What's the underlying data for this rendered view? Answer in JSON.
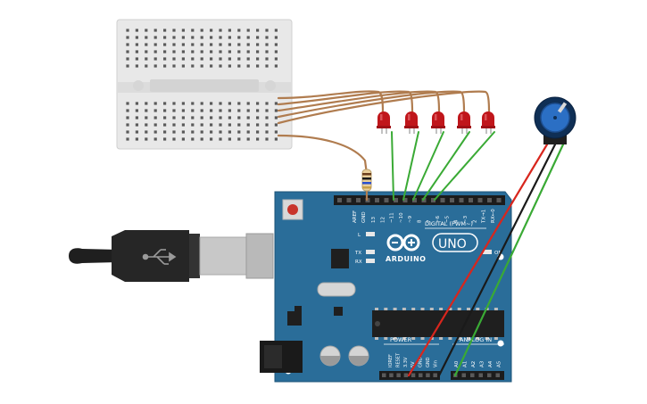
{
  "board": {
    "labels": {
      "aref": "AREF",
      "gnd": "GND",
      "digital": "DIGITAL (PWM~)",
      "arduino": "ARDUINO",
      "uno": "UNO",
      "power": "POWER",
      "analog_in": "ANALOG IN",
      "led_l": "L",
      "led_tx": "TX",
      "led_rx": "RX",
      "on": "ON"
    },
    "digital_pins": [
      "13",
      "12",
      "~11",
      "~10",
      "~9",
      "8",
      "7",
      "~6",
      "~5",
      "4",
      "~3",
      "2",
      "TX→1",
      "RX←0"
    ],
    "power_pins": [
      "IOREF",
      "RESET",
      "3.3V",
      "5V",
      "GND",
      "GND",
      "Vin"
    ],
    "analog_pins": [
      "A0",
      "A1",
      "A2",
      "A3",
      "A4",
      "A5"
    ]
  },
  "components": {
    "leds": 5,
    "potentiometer": 1,
    "resistor": 1
  },
  "colors": {
    "board_blue": "#2a6d99",
    "wire_brown": "#b07c4f",
    "wire_green": "#3aaa35",
    "wire_red": "#d8261d",
    "wire_black": "#1a1a1a",
    "led_red": "#c0161b",
    "breadboard": "#e6e6e6"
  }
}
